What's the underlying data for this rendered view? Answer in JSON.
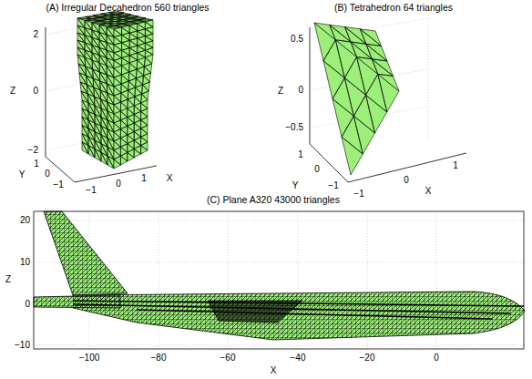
{
  "diagram": {
    "labels": [
      "(A) Irregular Decahedron 560 triangles",
      "Z",
      "2",
      "0",
      "−2",
      "Y",
      "1",
      "0",
      "−1",
      "−1",
      "0",
      "1",
      "X",
      "(B) Tetrahedron 64 triangles",
      "Z",
      "0.5",
      "0",
      "−0.5",
      "Y",
      "1",
      "0",
      "−1",
      "−1",
      "0",
      "1",
      "X",
      "(C) Plane A320 43000 triangles",
      "Z",
      "20",
      "10",
      "0",
      "−10",
      "−100",
      "−80",
      "−60",
      "−40",
      "−20",
      "0",
      "X"
    ]
  }
}
